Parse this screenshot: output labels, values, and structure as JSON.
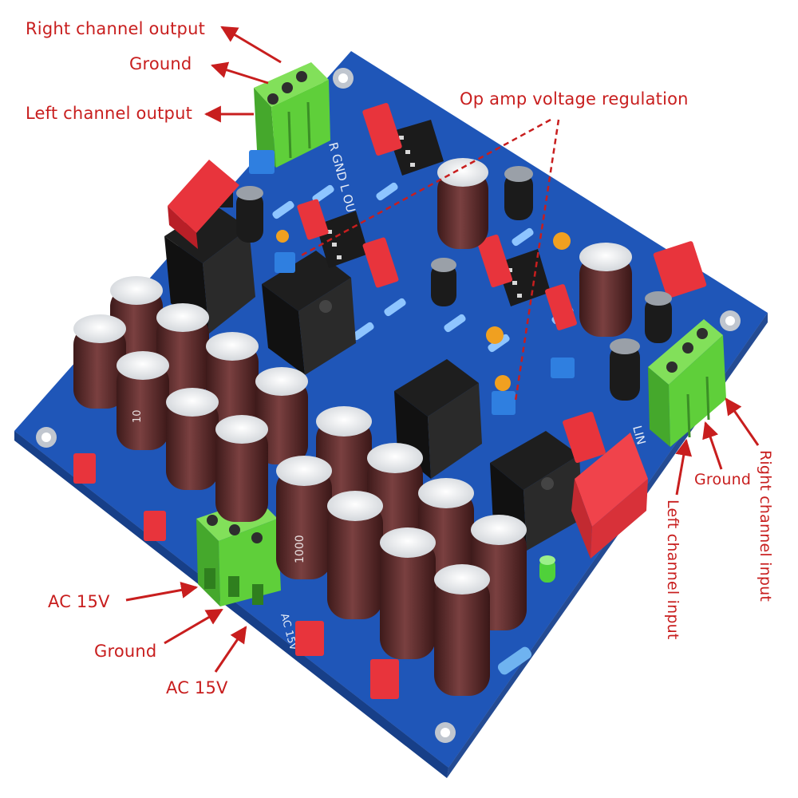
{
  "labels": {
    "right_output": "Right channel output",
    "ground_top": "Ground",
    "left_output": "Left channel output",
    "opamp": "Op amp voltage regulation",
    "right_input": "Right channel input",
    "ground_right": "Ground",
    "left_input": "Left channel input",
    "ac_top": "AC 15V",
    "ground_bottom": "Ground",
    "ac_bottom": "AC 15V"
  },
  "pcb_marks": {
    "output_silk": "R GND L OUT",
    "input_silk": "LIN",
    "ac_silk": "AC 15V",
    "cap_small": "10",
    "cap_large": "1000"
  },
  "colors": {
    "board": "#1f56b8",
    "annotation": "#c81e1e",
    "terminal": "#5fcf3a",
    "film_cap": "#e8343c",
    "electrolytic": "#5a2a2a"
  }
}
